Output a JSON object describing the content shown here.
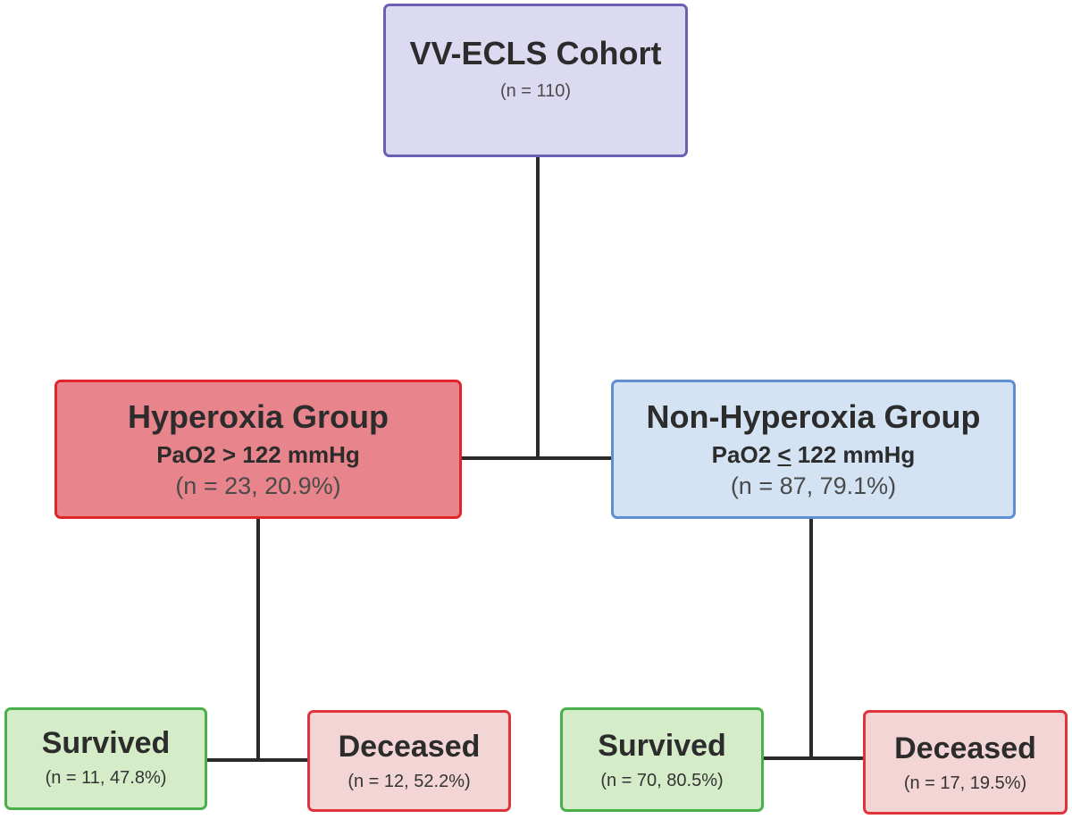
{
  "colors": {
    "cohort_fill": "#dcdaf0",
    "cohort_border": "#6a5fb3",
    "hyperoxia_fill": "#e8848b",
    "hyperoxia_border": "#e1262b",
    "nonhyperoxia_fill": "#d3e3f3",
    "nonhyperoxia_border": "#5d8fd1",
    "survived_fill": "#d4ecc8",
    "survived_border": "#49b04a",
    "deceased_fill": "#f3d5d6",
    "deceased_border": "#e1343a",
    "connector": "#2a2a2a"
  },
  "cohort": {
    "title": "VV-ECLS Cohort",
    "count": "(n = 110)"
  },
  "hyperoxia": {
    "title": "Hyperoxia Group",
    "criterion": "PaO2 > 122 mmHg",
    "count": "(n = 23, 20.9%)",
    "survived": {
      "title": "Survived",
      "count": "(n = 11, 47.8%)"
    },
    "deceased": {
      "title": "Deceased",
      "count": "(n = 12, 52.2%)"
    }
  },
  "non_hyperoxia": {
    "title": "Non-Hyperoxia Group",
    "criterion_prefix": "PaO2 ",
    "criterion_symbol": "<",
    "criterion_suffix": " 122 mmHg",
    "count": "(n = 87, 79.1%)",
    "survived": {
      "title": "Survived",
      "count": "(n = 70, 80.5%)"
    },
    "deceased": {
      "title": "Deceased",
      "count": "(n = 17, 19.5%)"
    }
  }
}
